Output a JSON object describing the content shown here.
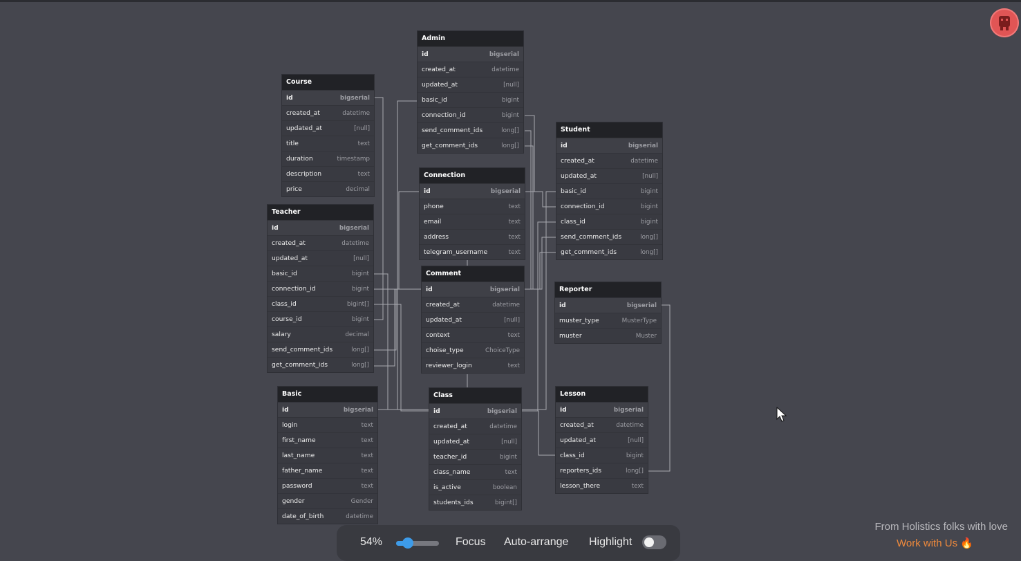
{
  "tables": [
    {
      "name": "Admin",
      "fields": [
        [
          "id",
          "bigserial"
        ],
        [
          "created_at",
          "datetime"
        ],
        [
          "updated_at",
          "[null]"
        ],
        [
          "basic_id",
          "bigint"
        ],
        [
          "connection_id",
          "bigint"
        ],
        [
          "send_comment_ids",
          "long[]"
        ],
        [
          "get_comment_ids",
          "long[]"
        ]
      ]
    },
    {
      "name": "Course",
      "fields": [
        [
          "id",
          "bigserial"
        ],
        [
          "created_at",
          "datetime"
        ],
        [
          "updated_at",
          "[null]"
        ],
        [
          "title",
          "text"
        ],
        [
          "duration",
          "timestamp"
        ],
        [
          "description",
          "text"
        ],
        [
          "price",
          "decimal"
        ]
      ]
    },
    {
      "name": "Student",
      "fields": [
        [
          "id",
          "bigserial"
        ],
        [
          "created_at",
          "datetime"
        ],
        [
          "updated_at",
          "[null]"
        ],
        [
          "basic_id",
          "bigint"
        ],
        [
          "connection_id",
          "bigint"
        ],
        [
          "class_id",
          "bigint"
        ],
        [
          "send_comment_ids",
          "long[]"
        ],
        [
          "get_comment_ids",
          "long[]"
        ]
      ]
    },
    {
      "name": "Connection",
      "fields": [
        [
          "id",
          "bigserial"
        ],
        [
          "phone",
          "text"
        ],
        [
          "email",
          "text"
        ],
        [
          "address",
          "text"
        ],
        [
          "telegram_username",
          "text"
        ]
      ]
    },
    {
      "name": "Teacher",
      "fields": [
        [
          "id",
          "bigserial"
        ],
        [
          "created_at",
          "datetime"
        ],
        [
          "updated_at",
          "[null]"
        ],
        [
          "basic_id",
          "bigint"
        ],
        [
          "connection_id",
          "bigint"
        ],
        [
          "class_id",
          "bigint[]"
        ],
        [
          "course_id",
          "bigint"
        ],
        [
          "salary",
          "decimal"
        ],
        [
          "send_comment_ids",
          "long[]"
        ],
        [
          "get_comment_ids",
          "long[]"
        ]
      ]
    },
    {
      "name": "Comment",
      "fields": [
        [
          "id",
          "bigserial"
        ],
        [
          "created_at",
          "datetime"
        ],
        [
          "updated_at",
          "[null]"
        ],
        [
          "context",
          "text"
        ],
        [
          "choise_type",
          "ChoiceType"
        ],
        [
          "reviewer_login",
          "text"
        ]
      ]
    },
    {
      "name": "Reporter",
      "fields": [
        [
          "id",
          "bigserial"
        ],
        [
          "muster_type",
          "MusterType"
        ],
        [
          "muster",
          "Muster"
        ]
      ]
    },
    {
      "name": "Basic",
      "fields": [
        [
          "id",
          "bigserial"
        ],
        [
          "login",
          "text"
        ],
        [
          "first_name",
          "text"
        ],
        [
          "last_name",
          "text"
        ],
        [
          "father_name",
          "text"
        ],
        [
          "password",
          "text"
        ],
        [
          "gender",
          "Gender"
        ],
        [
          "date_of_birth",
          "datetime"
        ]
      ]
    },
    {
      "name": "Class",
      "fields": [
        [
          "id",
          "bigserial"
        ],
        [
          "created_at",
          "datetime"
        ],
        [
          "updated_at",
          "[null]"
        ],
        [
          "teacher_id",
          "bigint"
        ],
        [
          "class_name",
          "text"
        ],
        [
          "is_active",
          "boolean"
        ],
        [
          "students_ids",
          "bigint[]"
        ]
      ]
    },
    {
      "name": "Lesson",
      "fields": [
        [
          "id",
          "bigserial"
        ],
        [
          "created_at",
          "datetime"
        ],
        [
          "updated_at",
          "[null]"
        ],
        [
          "class_id",
          "bigint"
        ],
        [
          "reporters_ids",
          "long[]"
        ],
        [
          "lesson_there",
          "text"
        ]
      ]
    }
  ],
  "toolbar": {
    "zoom": "54%",
    "zoom_level": 0.15,
    "focus": "Focus",
    "auto_arrange": "Auto-arrange",
    "highlight": "Highlight",
    "highlight_on": false
  },
  "credit": {
    "text": "From Holistics folks with love",
    "link": "Work with Us 🔥"
  },
  "colors": {
    "canvas": "#45464e",
    "table_header": "#212226",
    "link_line": "#a9aab0",
    "accent": "#3d9be9",
    "credit_link": "#f08a3c"
  }
}
